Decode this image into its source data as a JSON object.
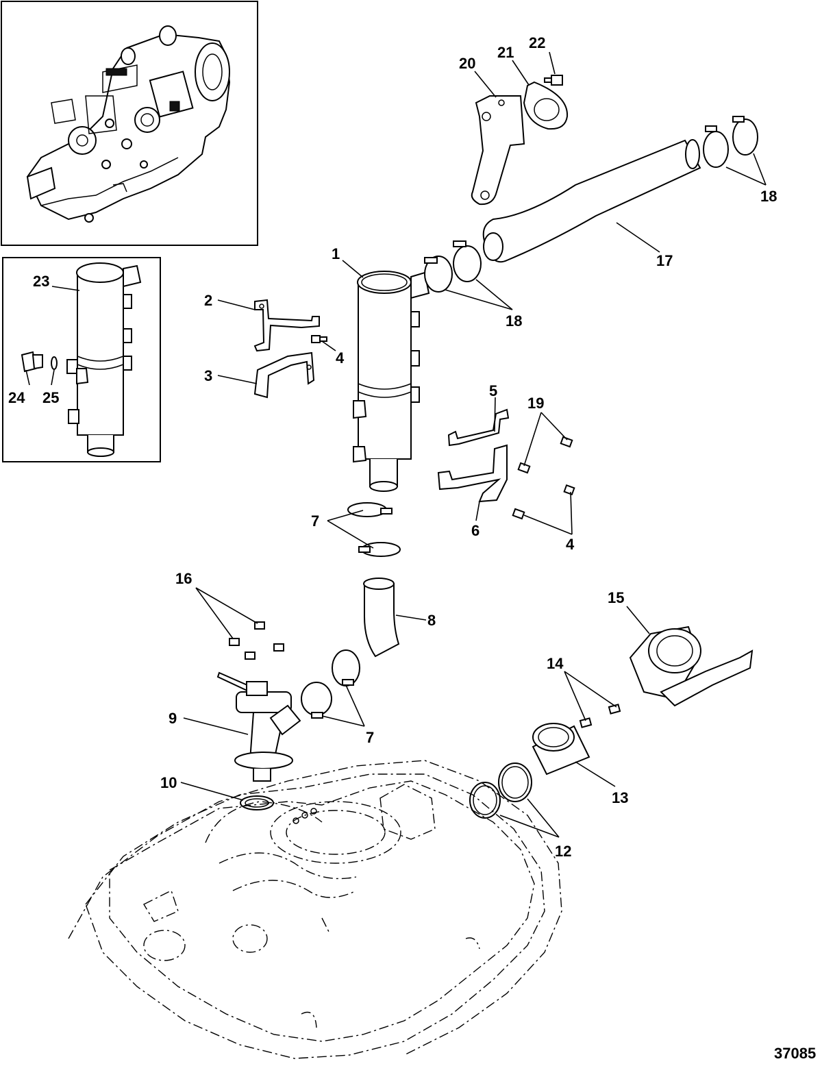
{
  "callouts": {
    "c1": "1",
    "c2": "2",
    "c3": "3",
    "c4a": "4",
    "c4b": "4",
    "c5": "5",
    "c6": "6",
    "c7a": "7",
    "c7b": "7",
    "c8": "8",
    "c9": "9",
    "c10": "10",
    "c12": "12",
    "c13": "13",
    "c14": "14",
    "c15": "15",
    "c16": "16",
    "c17": "17",
    "c18a": "18",
    "c18b": "18",
    "c19": "19",
    "c20": "20",
    "c21": "21",
    "c22": "22",
    "c23": "23",
    "c24": "24",
    "c25": "25"
  },
  "figure_number": "37085"
}
